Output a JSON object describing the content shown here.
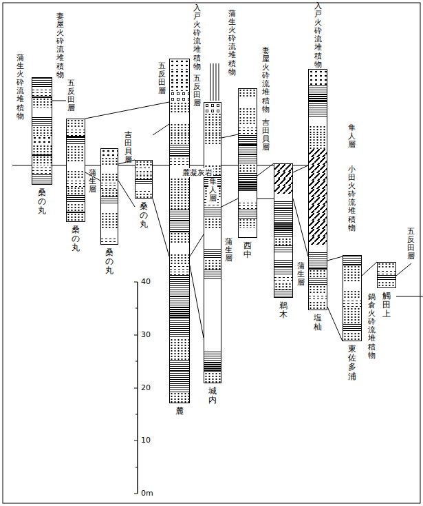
{
  "diagram": {
    "nodes": [
      {
        "text": [
          "桑の丸"
        ]
      },
      {
        "text": [
          "桑の丸"
        ]
      },
      {
        "text": [
          "桑の丸"
        ]
      },
      {
        "text": [
          "桑の丸"
        ]
      },
      {
        "text": [
          "麓"
        ]
      },
      {
        "text": [
          "城内"
        ]
      },
      {
        "text": [
          "西中"
        ]
      },
      {
        "text": [
          "鵜木"
        ]
      },
      {
        "text": [
          "塩杣"
        ]
      },
      {
        "text": [
          "東佐多浦"
        ]
      },
      {
        "text": [
          "觸田上"
        ]
      }
    ],
    "labels": [
      "蒲生火砕流堆積物",
      "妻屋火砕流堆積物",
      "五反田層",
      "蒲生層",
      "吉田貝層",
      "五反田層",
      "入戸火砕流堆積物",
      "五反田層",
      "麓凝灰岩",
      "隼人層",
      "蒲生層",
      "蒲生火砕流堆積物",
      "妻屋火砕流堆積物",
      "吉田貝層",
      "蒲生層",
      "入戸火砕流堆積物",
      "隼人層",
      "小田火砕流堆積物",
      "鍋倉火砕流堆積物",
      "五反田層",
      "40",
      "30",
      "20",
      "10",
      "0m"
    ]
  }
}
